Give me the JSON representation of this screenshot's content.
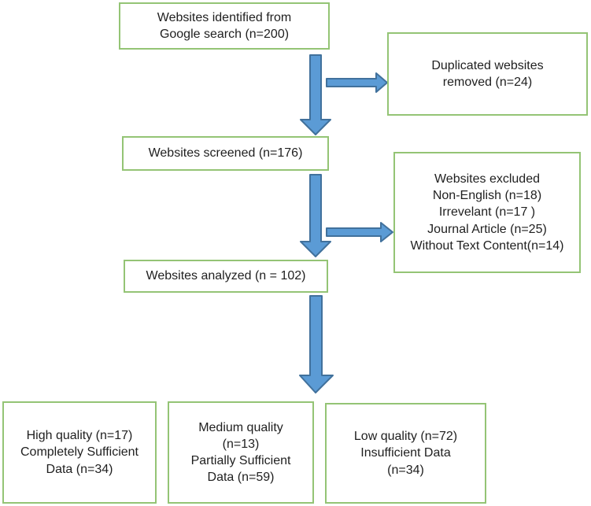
{
  "colors": {
    "background": "#ffffff",
    "box_border": "#94c475",
    "arrow_fill": "#5b9bd5",
    "arrow_stroke": "#41719c",
    "text": "#1f1f1f"
  },
  "diagram": {
    "type": "flowchart",
    "boxes": {
      "identified": {
        "text": "Websites identified from\nGoogle search (n=200)"
      },
      "duplicated": {
        "text": "Duplicated websites\nremoved (n=24)"
      },
      "screened": {
        "text": "Websites screened (n=176)"
      },
      "excluded": {
        "text": "Websites excluded\nNon-English (n=18)\nIrrevelant (n=17 )\nJournal Article (n=25)\nWithout Text Content(n=14)"
      },
      "analyzed": {
        "text": "Websites analyzed (n = 102)"
      },
      "high_quality": {
        "text": "High quality (n=17)\nCompletely Sufficient\nData (n=34)"
      },
      "medium_quality": {
        "text": "Medium quality\n(n=13)\nPartially Sufficient\nData (n=59)"
      },
      "low_quality": {
        "text": "Low quality (n=72)\nInsufficient Data\n(n=34)"
      }
    }
  }
}
